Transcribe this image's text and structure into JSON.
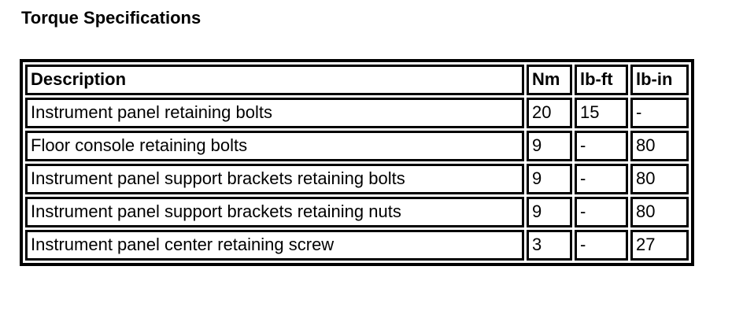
{
  "page_title": "Torque Specifications",
  "colors": {
    "foreground": "#000000",
    "background": "#ffffff",
    "table_border": "#000000"
  },
  "table": {
    "columns": [
      "Description",
      "Nm",
      "lb-ft",
      "lb-in"
    ],
    "rows": [
      {
        "description": "Instrument panel retaining bolts",
        "nm": "20",
        "lb_ft": "15",
        "lb_in": "-"
      },
      {
        "description": "Floor console retaining bolts",
        "nm": "9",
        "lb_ft": "-",
        "lb_in": "80"
      },
      {
        "description": "Instrument panel support brackets retaining bolts",
        "nm": "9",
        "lb_ft": "-",
        "lb_in": "80"
      },
      {
        "description": "Instrument panel support brackets retaining nuts",
        "nm": "9",
        "lb_ft": "-",
        "lb_in": "80"
      },
      {
        "description": "Instrument panel center retaining screw",
        "nm": "3",
        "lb_ft": "-",
        "lb_in": "27"
      }
    ]
  }
}
